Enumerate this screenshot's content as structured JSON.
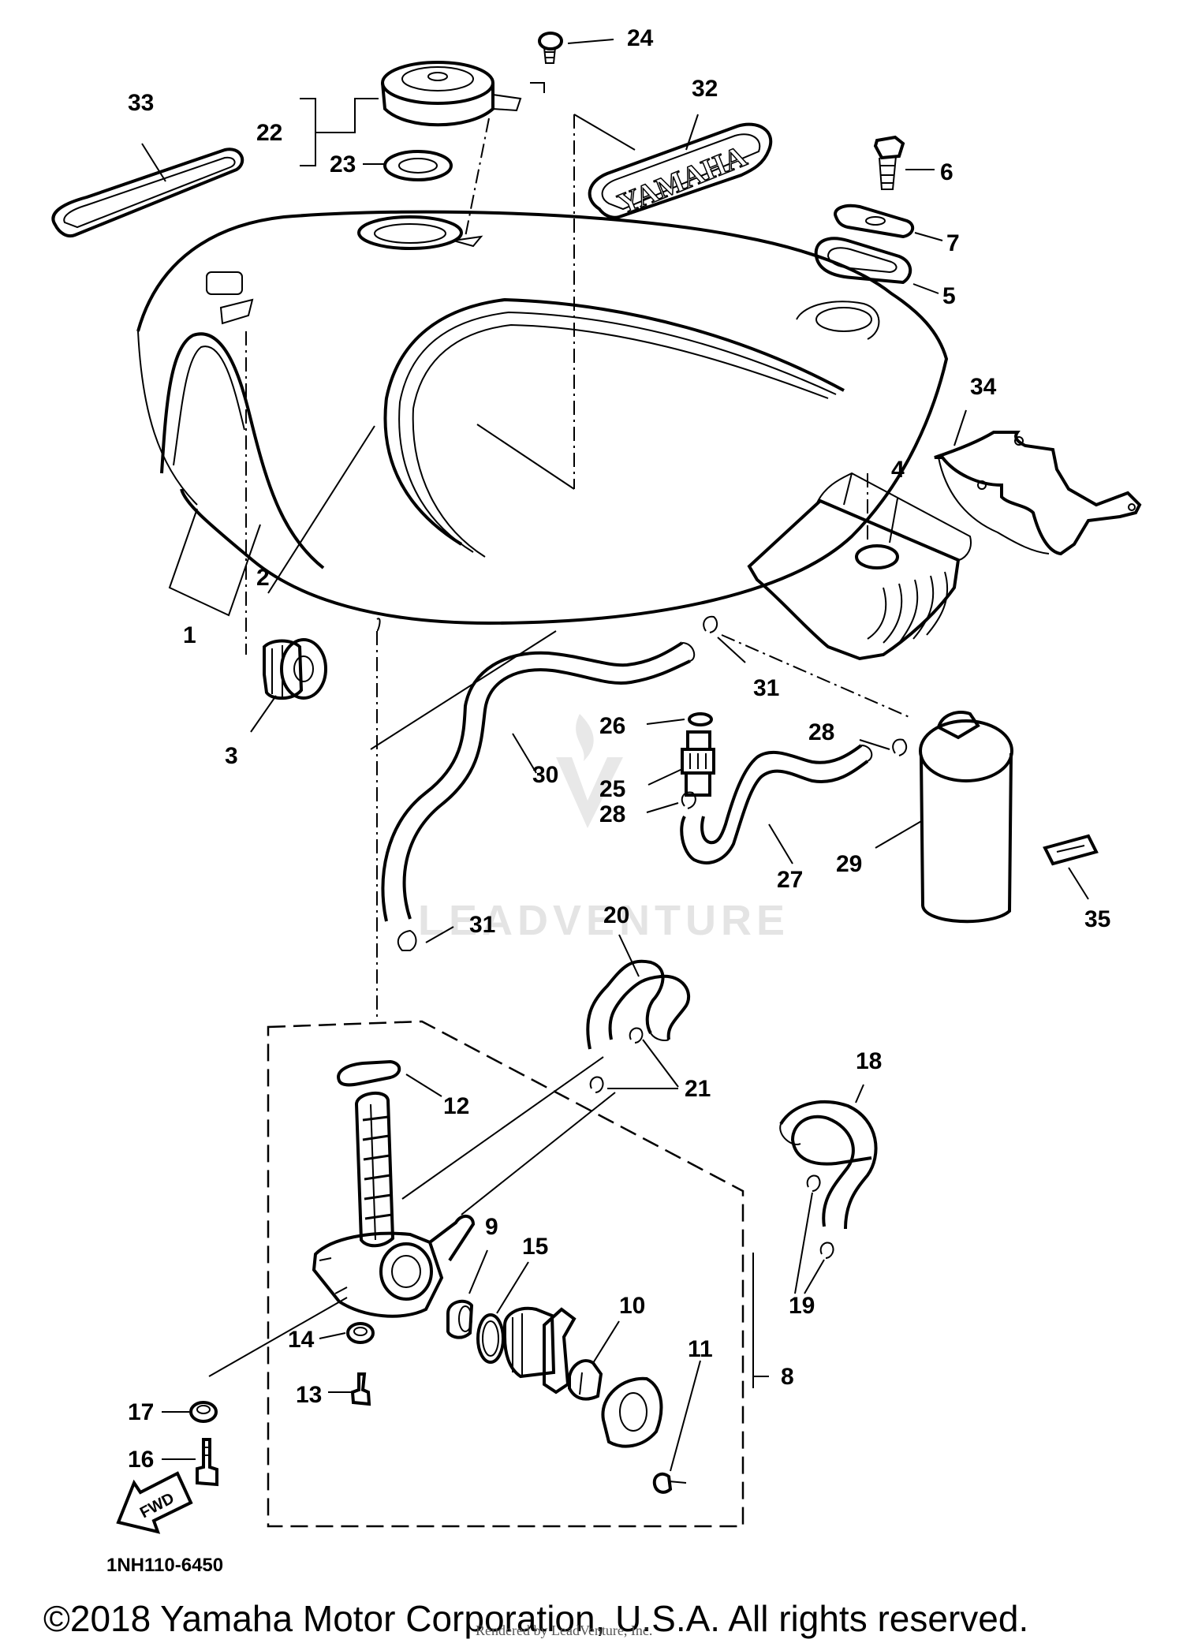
{
  "diagram": {
    "drawing_code": "1NH110-6450",
    "copyright": "©2018 Yamaha Motor Corporation, U.S.A. All rights reserved.",
    "rendered_by": "Rendered by LeadVenture, Inc.",
    "watermark": "LEADVENTURE",
    "emblem_text": "YAMAHA",
    "fwd_label": "FWD",
    "part_numbers": {
      "p1": "1",
      "p2": "2",
      "p3": "3",
      "p4": "4",
      "p5": "5",
      "p6": "6",
      "p7": "7",
      "p8": "8",
      "p9": "9",
      "p10": "10",
      "p11": "11",
      "p12": "12",
      "p13": "13",
      "p14": "14",
      "p15": "15",
      "p16": "16",
      "p17": "17",
      "p18": "18",
      "p19": "19",
      "p20": "20",
      "p21": "21",
      "p22": "22",
      "p23": "23",
      "p24": "24",
      "p25": "25",
      "p26": "26",
      "p27": "27",
      "p28a": "28",
      "p28b": "28",
      "p29": "29",
      "p30": "30",
      "p31a": "31",
      "p31b": "31",
      "p32": "32",
      "p33": "33",
      "p34": "34",
      "p35": "35"
    }
  }
}
